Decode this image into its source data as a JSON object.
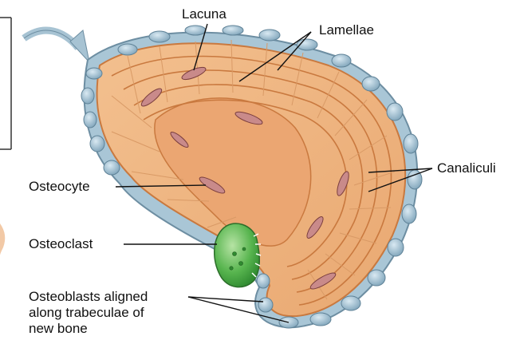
{
  "labels": {
    "lacuna": "Lacuna",
    "lamellae": "Lamellae",
    "canaliculi": "Canaliculi",
    "osteocyte": "Osteocyte",
    "osteoclast": "Osteoclast",
    "osteoblasts_line1": "Osteoblasts aligned",
    "osteoblasts_line2": "along trabeculae of",
    "osteoblasts_line3": "new bone"
  },
  "colors": {
    "bone_matrix": "#eeb07e",
    "lamella_line": "#c9793f",
    "osteoblast": "#8fb2c6",
    "osteocyte": "#c98a8a",
    "osteoclast": "#4fae4a",
    "arrow": "#a7c3d3"
  }
}
